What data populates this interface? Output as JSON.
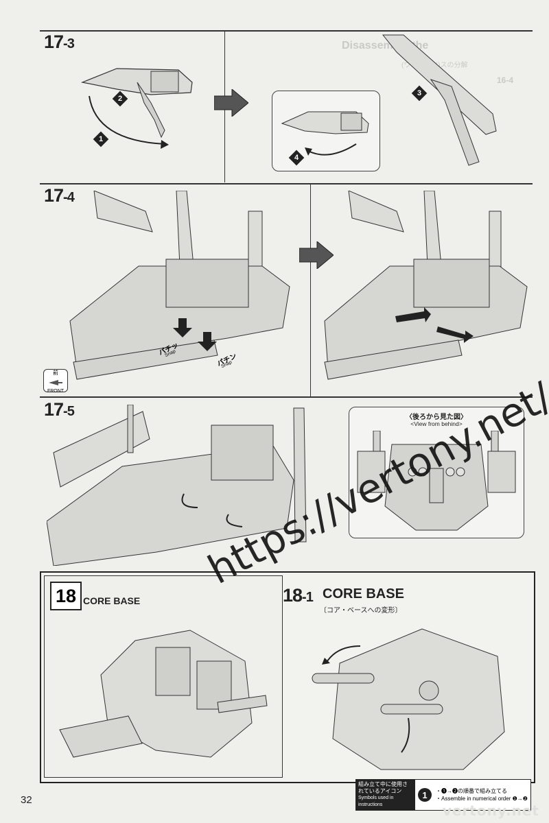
{
  "steps": {
    "s17_3": {
      "num": "17",
      "sub": "-3",
      "callouts": [
        "1",
        "2",
        "3",
        "4"
      ]
    },
    "s17_4": {
      "num": "17",
      "sub": "-4",
      "snap_jp": "パチッ",
      "snap_en": "Snap",
      "snap_jp2": "パチン",
      "snap_en2": "Snap",
      "front_jp": "前",
      "front_en": "FRONT"
    },
    "s17_5": {
      "num": "17",
      "sub": "-5",
      "view_jp": "〈後ろから見た図〉",
      "view_en": "<View from behind>"
    },
    "s18": {
      "num": "18",
      "title": "CORE BASE"
    },
    "s18_1": {
      "num": "18",
      "sub": "-1",
      "title": "CORE BASE",
      "subtitle": "〔コア・ベースへの変形〕"
    }
  },
  "background_page": {
    "heading": "Disassemble the",
    "sub_jp": "(ウフォーツ)スの分解",
    "tag": "16-4"
  },
  "legend": {
    "label_jp": "組み立て中に使用されているアイコン",
    "label_en": "Symbols used in instructions",
    "icon_num": "1",
    "line_jp": "・❶→❷の順番で組み立てる",
    "line_en": "・Assemble in numerical order ❶→❷"
  },
  "page_number": "32",
  "watermark": "https://vertony.net/",
  "watermark_small": "vertony.net",
  "colors": {
    "ink": "#222222",
    "paper": "#efefec",
    "part": "#d9d9d6"
  }
}
